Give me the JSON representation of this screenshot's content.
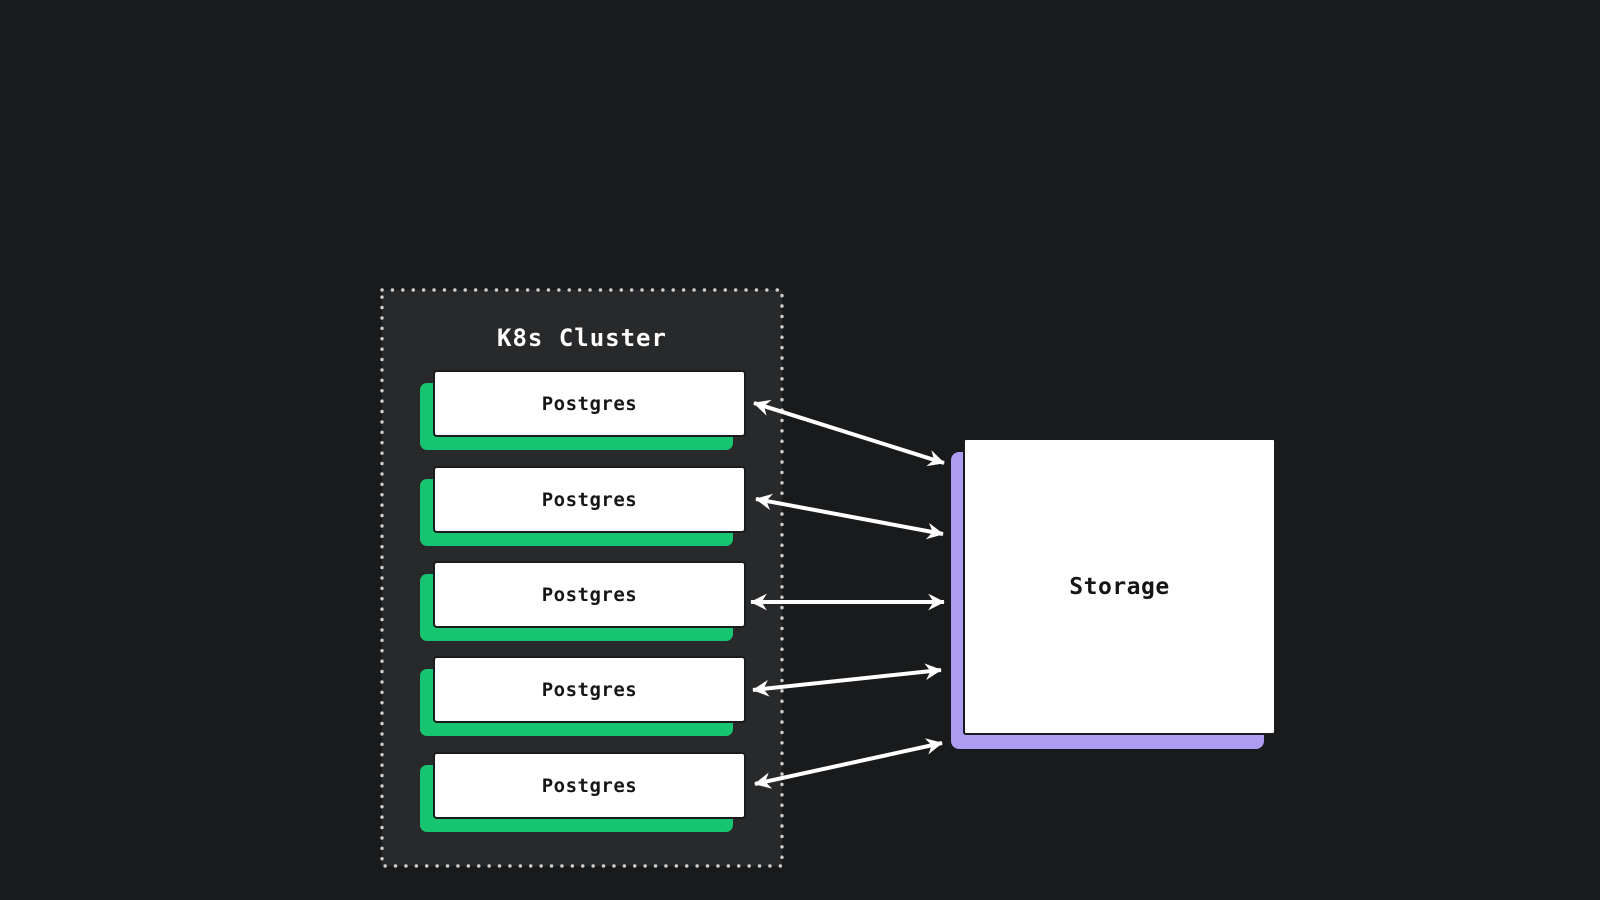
{
  "canvas": {
    "background_color": "#191a1b"
  },
  "diagram": {
    "cluster": {
      "title": "K8s Cluster",
      "fill_color": "#28292b",
      "border_style": "dotted",
      "border_dot_color": "#cdcdcd",
      "nodes": [
        {
          "id": "postgres-1",
          "label": "Postgres"
        },
        {
          "id": "postgres-2",
          "label": "Postgres"
        },
        {
          "id": "postgres-3",
          "label": "Postgres"
        },
        {
          "id": "postgres-4",
          "label": "Postgres"
        },
        {
          "id": "postgres-5",
          "label": "Postgres"
        }
      ],
      "node_style": {
        "fill_color": "#ffffff",
        "shadow_color": "#17c46f",
        "text_color": "#161616"
      }
    },
    "storage": {
      "label": "Storage",
      "fill_color": "#ffffff",
      "shadow_color": "#ae9bf2",
      "text_color": "#161616"
    },
    "connections": [
      {
        "from": "postgres-1",
        "to": "storage",
        "bidirectional": true
      },
      {
        "from": "postgres-2",
        "to": "storage",
        "bidirectional": true
      },
      {
        "from": "postgres-3",
        "to": "storage",
        "bidirectional": true
      },
      {
        "from": "postgres-4",
        "to": "storage",
        "bidirectional": true
      },
      {
        "from": "postgres-5",
        "to": "storage",
        "bidirectional": true
      }
    ],
    "arrow_color": "#ffffff"
  }
}
